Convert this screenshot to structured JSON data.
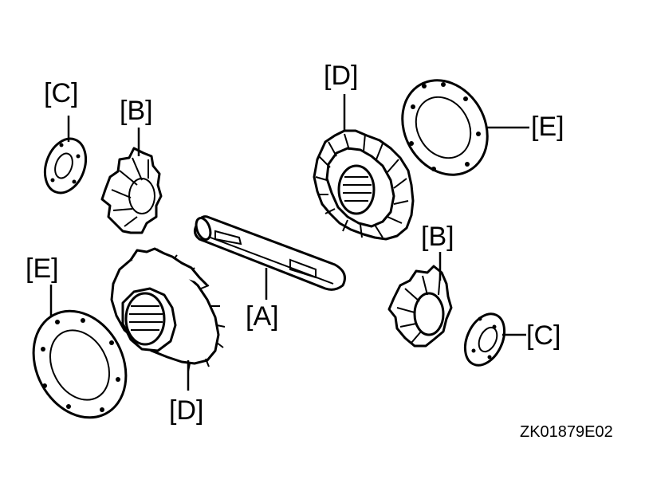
{
  "labels": {
    "a": "[A]",
    "b_top": "[B]",
    "b_right": "[B]",
    "c_top": "[C]",
    "c_right": "[C]",
    "d_top": "[D]",
    "d_bottom": "[D]",
    "e_left": "[E]",
    "e_right": "[E]"
  },
  "figure_code": "ZK01879E02"
}
